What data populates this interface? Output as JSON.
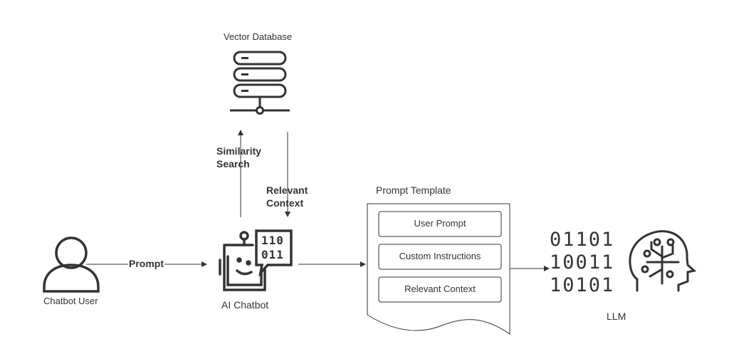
{
  "nodes": {
    "vector_db": {
      "label": "Vector Database"
    },
    "user": {
      "label": "Chatbot User"
    },
    "chatbot": {
      "label": "AI Chatbot",
      "screen_line1": "110",
      "screen_line2": "011"
    },
    "template": {
      "title": "Prompt Template",
      "items": [
        "User Prompt",
        "Custom Instructions",
        "Relevant Context"
      ]
    },
    "llm": {
      "label": "LLM",
      "binary": [
        "01101",
        "10011",
        "10101"
      ]
    }
  },
  "edges": {
    "prompt": "Prompt",
    "similarity_line1": "Similarity",
    "similarity_line2": "Search",
    "relevant_line1": "Relevant",
    "relevant_line2": "Context"
  },
  "colors": {
    "stroke": "#333333",
    "text": "#333333",
    "background": "#ffffff"
  }
}
